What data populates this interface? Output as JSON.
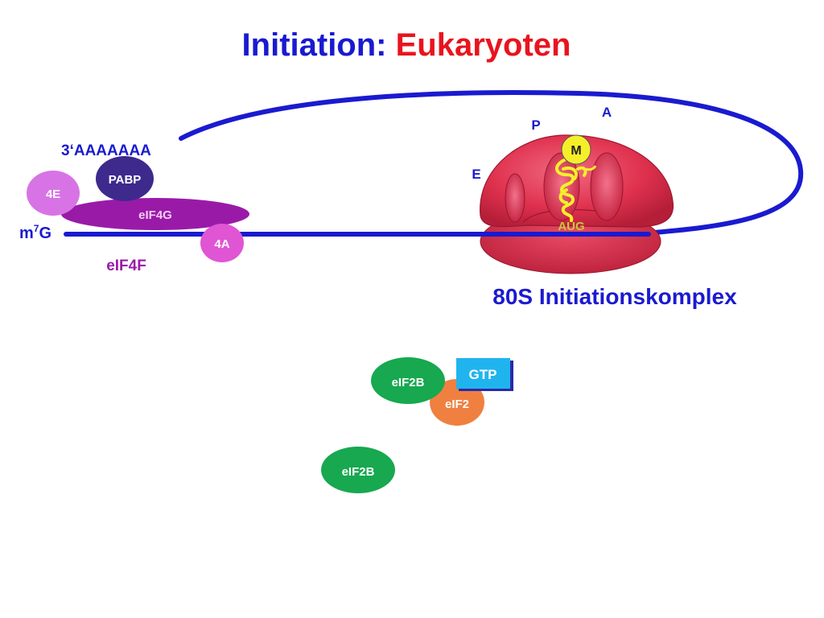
{
  "title": {
    "part1": "Initiation: ",
    "part2": "Eukaryoten"
  },
  "mrna": {
    "poly_a": "3‘AAAAAAA",
    "cap_base": "m",
    "cap_sup": "7",
    "cap_end": "G"
  },
  "factors": {
    "pabp": "PABP",
    "e4e": "4E",
    "e4g": "eIF4G",
    "e4a": "4A",
    "e4f": "eIF4F"
  },
  "ribosome": {
    "site_a": "A",
    "site_p": "P",
    "site_e": "E",
    "met": "M",
    "codon": "AUG",
    "complex_label": "80S Initiationskomplex"
  },
  "recycling": {
    "eif2b_1": "eIF2B",
    "eif2": "eIF2",
    "gtp": "GTP",
    "eif2b_2": "eIF2B"
  },
  "colors": {
    "title_blue": "#1a1ad0",
    "title_red": "#e8141e",
    "mrna_blue": "#1a1ad0",
    "ribosome_red": "#e0324f",
    "tRNA_yellow": "#f5ef2a",
    "pabp_navy": "#3d2a8c",
    "e4e_pink": "#d873e6",
    "e4g_purple": "#9a1aa8",
    "e4a_magenta": "#e055d4",
    "eif2b_green": "#17a850",
    "eif2_orange": "#f08040",
    "gtp_cyan": "#20b4ee"
  }
}
